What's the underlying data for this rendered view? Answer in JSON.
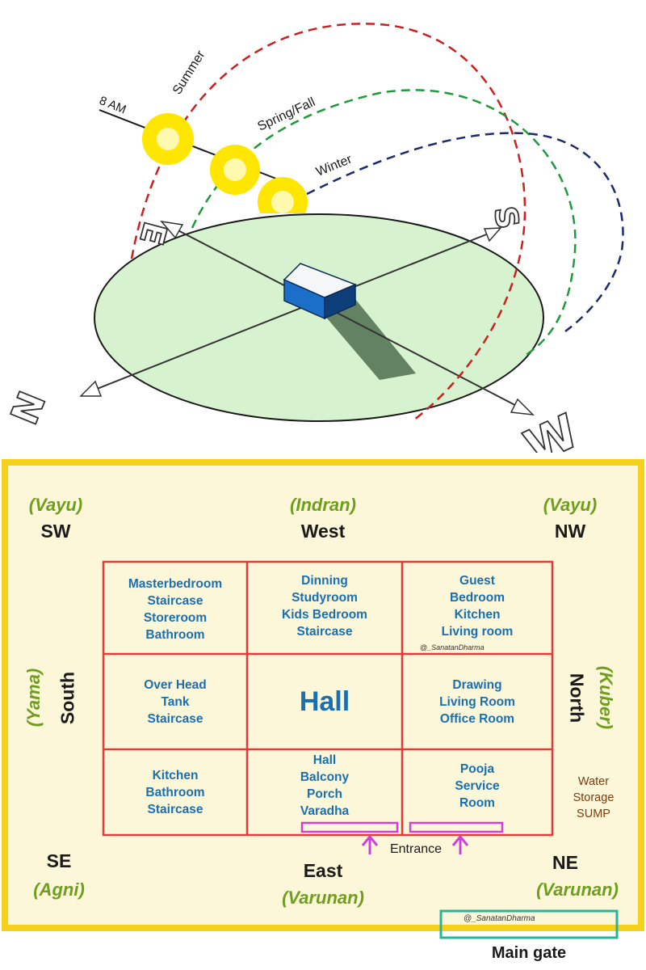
{
  "sun_path": {
    "time_label": "8 AM",
    "seasons": [
      {
        "name": "Summer",
        "color": "#cc1f1f"
      },
      {
        "name": "Spring/Fall",
        "color": "#1f9a3a"
      },
      {
        "name": "Winter",
        "color": "#1c2a6e"
      }
    ],
    "compass": {
      "north": "N",
      "south": "S",
      "east": "E",
      "west": "W"
    }
  },
  "plan": {
    "corners": {
      "sw": {
        "deity": "(Vayu)",
        "direction": "SW"
      },
      "west": {
        "deity": "(Indran)",
        "direction": "West"
      },
      "nw": {
        "deity": "(Vayu)",
        "direction": "NW"
      },
      "south": {
        "deity": "(Yama)",
        "direction": "South"
      },
      "north": {
        "deity": "(Kuber)",
        "direction": "North"
      },
      "se": {
        "deity": "(Agni)",
        "direction": "SE"
      },
      "east": {
        "deity": "(Varunan)",
        "direction": "East"
      },
      "ne": {
        "deity": "(Varunan)",
        "direction": "NE"
      }
    },
    "grid": {
      "top_left": [
        "Masterbedroom",
        "Staircase",
        "Storeroom",
        "Bathroom"
      ],
      "top_center": [
        "Dinning",
        "Studyroom",
        "Kids Bedroom",
        "Staircase"
      ],
      "top_right": [
        "Guest",
        "Bedroom",
        "Kitchen",
        "Living room"
      ],
      "middle_left": [
        "Over Head",
        "Tank",
        "Staircase"
      ],
      "center": "Hall",
      "middle_right": [
        "Drawing",
        "Living Room",
        "Office Room"
      ],
      "bottom_left": [
        "Kitchen",
        "Bathroom",
        "Staircase"
      ],
      "bottom_center": [
        "Hall",
        "Balcony",
        "Porch",
        "Varadha"
      ],
      "bottom_right": [
        "Pooja",
        "Service",
        "Room"
      ]
    },
    "watermark_grid": "@_SanatanDharma",
    "water_storage": [
      "Water",
      "Storage",
      "SUMP"
    ],
    "entrance_label": "Entrance",
    "watermark_gate": "@_SanatanDharma",
    "main_gate_label": "Main gate",
    "colors": {
      "grid_line": "#e8383a",
      "room_text": "#1a6fb0",
      "deity_text": "#6f9e1f",
      "entrance_marker": "#d040d8",
      "gate_box": "#2ab39a",
      "border_frame": "#f5d11c",
      "plan_background": "#fdf7d9"
    }
  }
}
